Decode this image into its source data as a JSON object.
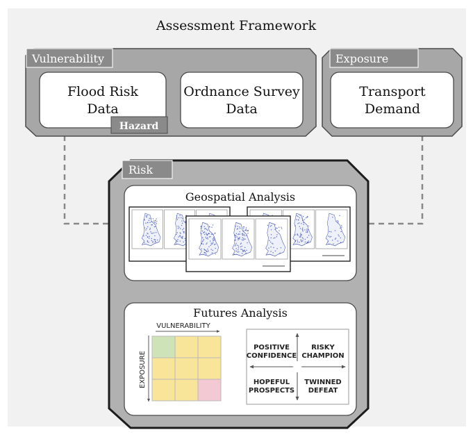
{
  "title": "Assessment Framework",
  "vulnerability": {
    "tag": "Vulnerability",
    "box1_line1": "Flood Risk",
    "box1_line2": "Data",
    "hazard_tag": "Hazard",
    "box2_line1": "Ordnance Survey",
    "box2_line2": "Data"
  },
  "exposure": {
    "tag": "Exposure",
    "line1": "Transport",
    "line2": "Demand"
  },
  "risk": {
    "tag": "Risk",
    "geospatial_title": "Geospatial Analysis",
    "futures_title": "Futures Analysis"
  },
  "matrix": {
    "x_label": "VULNERABILITY",
    "y_label": "EXPOSURE",
    "cells": [
      [
        "green",
        "yellow",
        "yellow"
      ],
      [
        "yellow",
        "yellow",
        "yellow"
      ],
      [
        "yellow",
        "yellow",
        "pink"
      ]
    ],
    "colors": {
      "green": "#cfe3b9",
      "yellow": "#f9e59a",
      "pink": "#f3c9d3"
    }
  },
  "quadrants": {
    "top_left": [
      "POSITIVE",
      "CONFIDENCE"
    ],
    "top_right": [
      "RISKY",
      "CHAMPION"
    ],
    "bottom_left": [
      "HOPEFUL",
      "PROSPECTS"
    ],
    "bottom_right": [
      "TWINNED",
      "DEFEAT"
    ]
  },
  "colors": {
    "background": "#f1f1f1",
    "panel": "#a7a7a7",
    "risk_panel": "#b1b1b1",
    "tag": "#8a8a8a",
    "box": "#ffffff",
    "map_blue": "#3c4db0"
  }
}
